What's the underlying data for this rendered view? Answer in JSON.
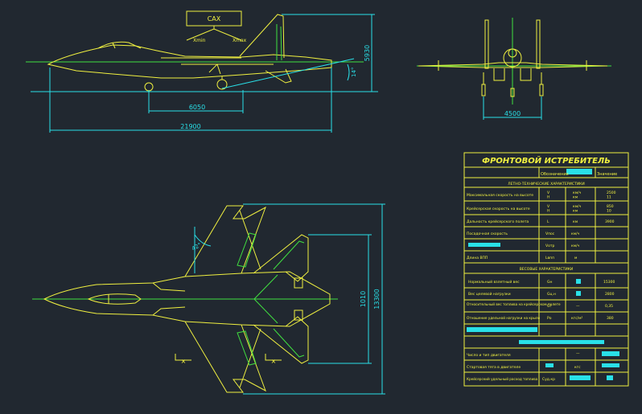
{
  "side_view": {
    "label_sah": "САХ",
    "label_xmin": "Xmin",
    "label_xmax": "Xmax",
    "dim_height": "5930",
    "dim_wheelbase": "6050",
    "dim_length": "21900",
    "angle_label": "14°"
  },
  "front_view": {
    "dim_track": "4500"
  },
  "top_view": {
    "angle_label": "42°",
    "dim_tail_span": "1010",
    "dim_span": "13300",
    "section_mark": "×"
  },
  "spec_table": {
    "title": "ФРОНТОВОЙ ИСТРЕБИТЕЛЬ",
    "header_left": "Обозначение",
    "header_right": "Значение",
    "section1": "ЛЕТНО-ТЕХНИЧЕСКИЕ ХАРАКТЕРИСТИКИ",
    "rows1": [
      {
        "name": "Максимальная скорость на высоте",
        "sym": "V\nH",
        "unit": "км/ч\nкм",
        "val": "2500\n11"
      },
      {
        "name": "Крейсерская скорость на высоте",
        "sym": "V\nH",
        "unit": "км/ч\nкм",
        "val": "850\n10"
      },
      {
        "name": "Дальность крейсерского полета",
        "sym": "L",
        "unit": "км",
        "val": "3900"
      },
      {
        "name": "Посадочная скорость",
        "sym": "Vпос",
        "unit": "км/ч",
        "val": ""
      },
      {
        "name": "",
        "sym": "Vотр",
        "unit": "км/ч",
        "val": ""
      },
      {
        "name": "Длина ВПП",
        "sym": "Lвпп",
        "unit": "м",
        "val": ""
      }
    ],
    "section2": "ВЕСОВЫЕ ХАРАКТЕРИСТИКИ",
    "rows2": [
      {
        "name": "Нормальный взлетный вес",
        "sym": "Gн",
        "unit": "",
        "val": "15300"
      },
      {
        "name": "Вес целевой нагрузки",
        "sym": "Gц.н",
        "unit": "",
        "val": "2800"
      },
      {
        "name": "Относительный вес топлива на крейсерском полете",
        "sym": "Gт",
        "unit": "—",
        "val": "0,35"
      },
      {
        "name": "Отношение удельной нагрузки на крыло",
        "sym": "Ро",
        "unit": "кгс/м²",
        "val": "380"
      }
    ],
    "rows3": [
      {
        "name": "Число и тип двигателя",
        "sym": "",
        "unit": "—",
        "val": ""
      },
      {
        "name": "Стартовая тяга в двигателе",
        "sym": "",
        "unit": "кгс",
        "val": ""
      },
      {
        "name": "Крейсерский удельный расход топлива",
        "sym": "Суд.кр",
        "unit": "",
        "val": ""
      }
    ]
  },
  "colors": {
    "background": "#212830",
    "line_yellow": "#f0f040",
    "line_green": "#40e040",
    "dim_cyan": "#29e0e8",
    "text_yellow": "#f0f040"
  }
}
